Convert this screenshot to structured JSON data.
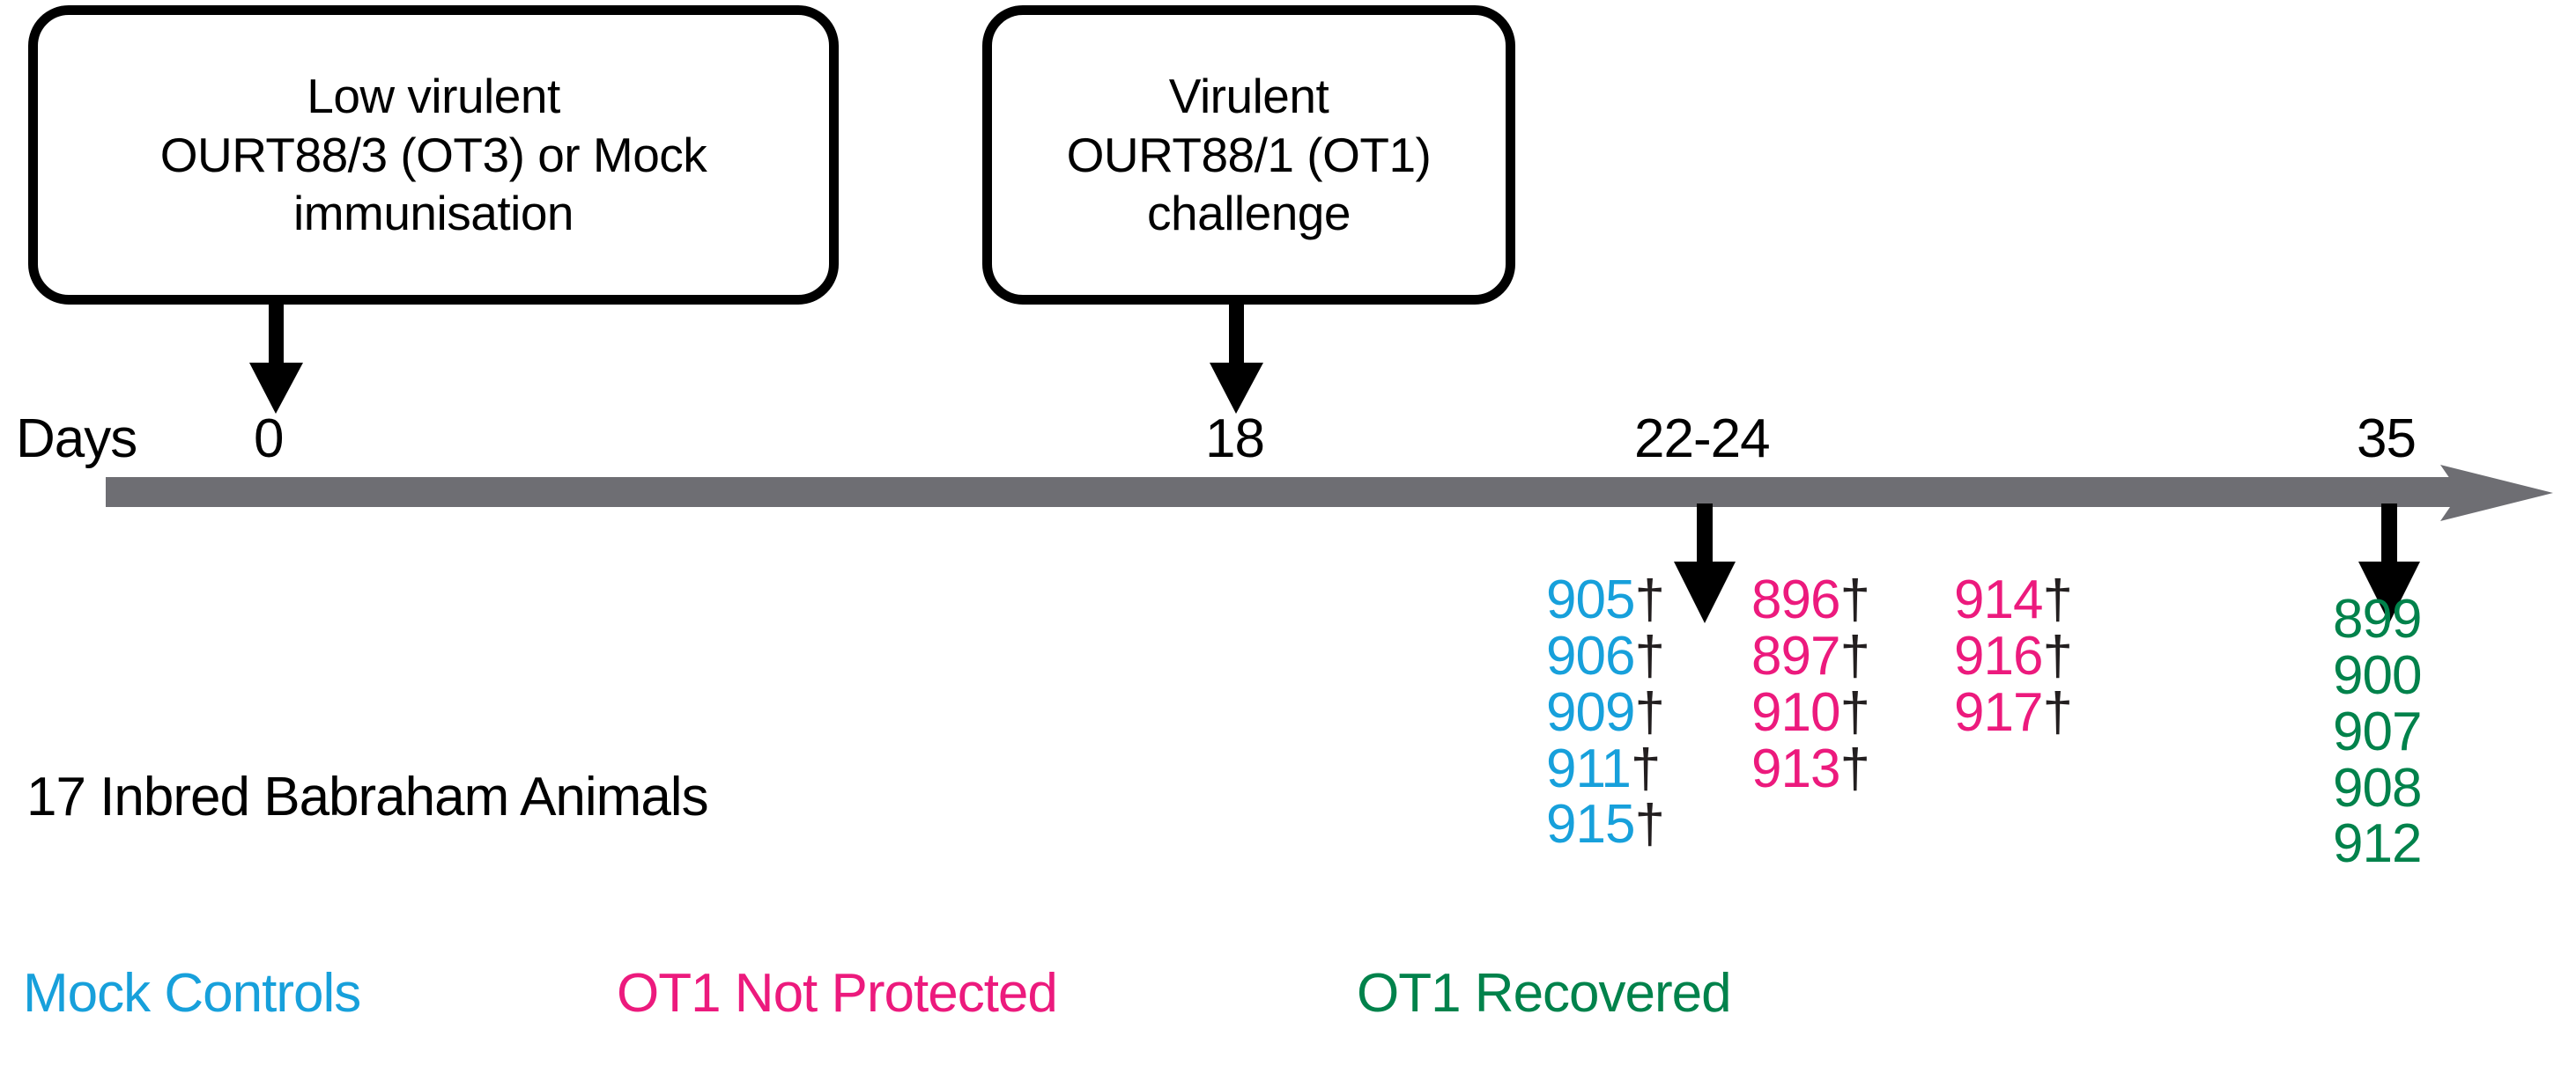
{
  "figure": {
    "title": "Experimental timeline of Babraham pig immunisation and challenge study",
    "background_color": "#ffffff"
  },
  "event_boxes": [
    {
      "id": "immunisation",
      "lines": [
        "Low virulent",
        "OURT88/3 (OT3) or Mock",
        "immunisation"
      ],
      "points_to_day": "0"
    },
    {
      "id": "challenge",
      "lines": [
        "Virulent",
        "OURT88/1 (OT1)",
        "challenge"
      ],
      "points_to_day": "18"
    }
  ],
  "timeline": {
    "caption": "Days",
    "ticks": [
      {
        "label": "0",
        "has_down_marker": false,
        "has_up_marker": true
      },
      {
        "label": "18",
        "has_down_marker": false,
        "has_up_marker": true
      },
      {
        "label": "22-24",
        "has_down_marker": true,
        "has_up_marker": false
      },
      {
        "label": "35",
        "has_down_marker": true,
        "has_up_marker": false
      }
    ],
    "axis_color": "#6e6e73",
    "direction": "left-to-right"
  },
  "cohort_note": "17 Inbred Babraham Animals",
  "id_columns": [
    {
      "group": "mock-controls",
      "day": "22-24",
      "color": "#17a0db",
      "entries": [
        {
          "id": "905",
          "dagger": "†"
        },
        {
          "id": "906",
          "dagger": "†"
        },
        {
          "id": "909",
          "dagger": "†"
        },
        {
          "id": "911",
          "dagger": "†"
        },
        {
          "id": "915",
          "dagger": "†"
        }
      ]
    },
    {
      "group": "ot1-not-protected-a",
      "day": "22-24",
      "color": "#ec1a7d",
      "entries": [
        {
          "id": "896",
          "dagger": "†"
        },
        {
          "id": "897",
          "dagger": "†"
        },
        {
          "id": "910",
          "dagger": "†"
        },
        {
          "id": "913",
          "dagger": "†"
        }
      ]
    },
    {
      "group": "ot1-not-protected-b",
      "day": "22-24",
      "color": "#ec1a7d",
      "entries": [
        {
          "id": "914",
          "dagger": "†"
        },
        {
          "id": "916",
          "dagger": "†"
        },
        {
          "id": "917",
          "dagger": "†"
        }
      ]
    },
    {
      "group": "ot1-recovered",
      "day": "35",
      "color": "#00824b",
      "entries": [
        {
          "id": "899",
          "dagger": ""
        },
        {
          "id": "900",
          "dagger": ""
        },
        {
          "id": "907",
          "dagger": ""
        },
        {
          "id": "908",
          "dagger": ""
        },
        {
          "id": "912",
          "dagger": ""
        }
      ]
    }
  ],
  "legend": [
    {
      "label": "Mock Controls",
      "color": "#17a0db"
    },
    {
      "label": "OT1 Not Protected",
      "color": "#ec1a7d"
    },
    {
      "label": "OT1 Recovered",
      "color": "#00824b"
    }
  ]
}
